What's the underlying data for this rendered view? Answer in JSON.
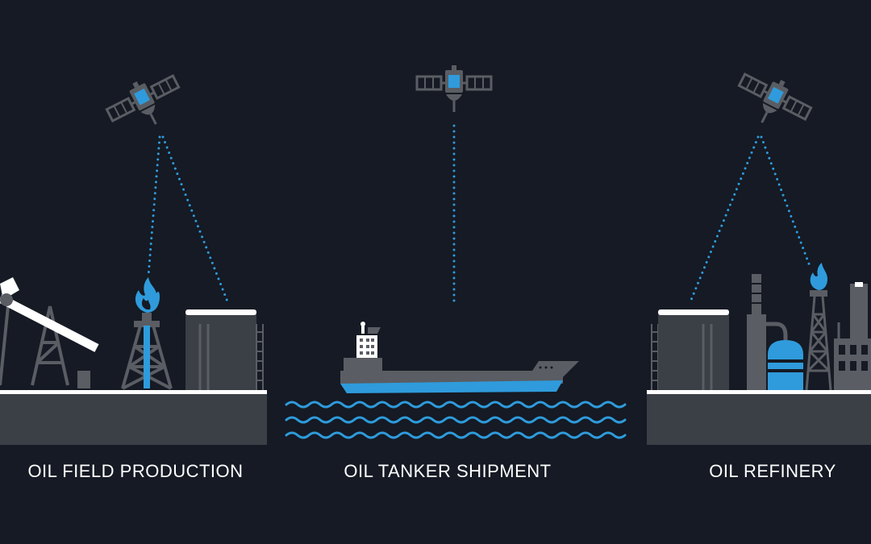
{
  "colors": {
    "background": "#151a24",
    "ground": "#3b3f46",
    "ground_edge": "#ffffff",
    "structure": "#5a5d63",
    "accent_blue": "#2f9bdc",
    "signal_dots": "#2f9bdc",
    "text": "#ffffff"
  },
  "stages": [
    {
      "label": "OIL FIELD PRODUCTION",
      "icons": [
        "satellite-icon",
        "pumpjack-icon",
        "derrick-icon",
        "flame-icon",
        "storage-tank-icon"
      ]
    },
    {
      "label": "OIL TANKER SHIPMENT",
      "icons": [
        "satellite-icon",
        "tanker-ship-icon",
        "wave-icon"
      ]
    },
    {
      "label": "OIL REFINERY",
      "icons": [
        "satellite-icon",
        "storage-tank-icon",
        "refinery-tower-icon",
        "flame-icon",
        "building-icon"
      ]
    }
  ]
}
